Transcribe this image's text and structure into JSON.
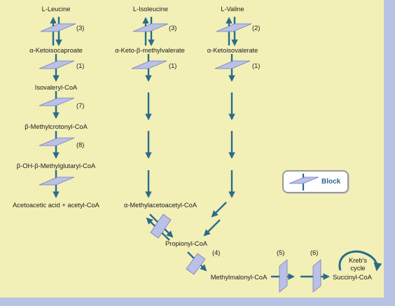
{
  "nodes": {
    "leucine": "L-Leucine",
    "isoleucine": "L-Isoleucine",
    "valine": "L-Valine",
    "ketoisocaproate": "α-Ketoisocaproate",
    "keto_methylvalerate": "α-Keto-β-methylvalerate",
    "ketoisovalerate": "α-Ketoisovalerate",
    "isovaleryl_coa": "Isovaleryl-CoA",
    "methylcrotonyl_coa": "β-Methylcrotonyl-CoA",
    "oh_methylglutaryl_coa": "β-OH-β-Methylglutaryl-CoA",
    "acetoacetic": "Acetoacetic acid + acetyl-CoA",
    "methylacetoacetyl_coa": "α-Methylacetoacetyl-CoA",
    "propionyl_coa": "Propionyl-CoA",
    "methylmalonyl_coa": "Methylmalonyl-CoA",
    "succinyl_coa": "Succinyl-CoA",
    "krebs_line1": "Kreb's",
    "krebs_line2": "cycle"
  },
  "steps": {
    "leu_1": "(3)",
    "leu_2": "(1)",
    "leu_3": "(7)",
    "leu_4": "(8)",
    "ile_1": "(3)",
    "ile_2": "(1)",
    "val_1": "(2)",
    "val_2": "(1)",
    "prop": "(4)",
    "mm_a": "(5)",
    "mm_b": "(6)"
  },
  "legend": {
    "label": "Block",
    "icon": "block-plane-icon"
  },
  "colors": {
    "background": "#f2f0b6",
    "border": "#b7c3e3",
    "arrow": "#2a6b8c",
    "block": "#b9c2e6"
  }
}
